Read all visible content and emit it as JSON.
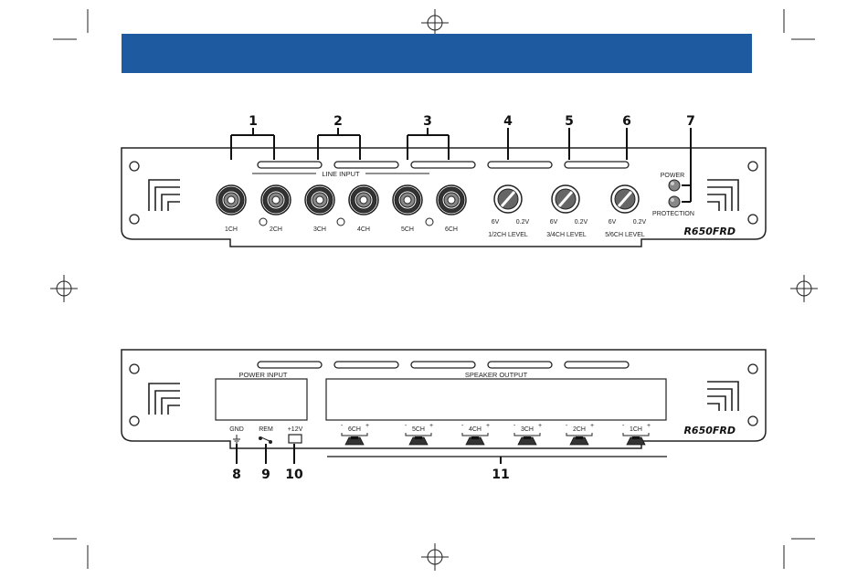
{
  "header": {
    "band_color": "#1e5aa0"
  },
  "top_panel": {
    "callouts": [
      "1",
      "2",
      "3",
      "4",
      "5",
      "6",
      "7"
    ],
    "line_input_label": "LINE INPUT",
    "channels": [
      "1CH",
      "2CH",
      "3CH",
      "4CH",
      "5CH",
      "6CH"
    ],
    "knobs": [
      {
        "min": "6V",
        "max": "0.2V",
        "label": "1/2CH LEVEL"
      },
      {
        "min": "6V",
        "max": "0.2V",
        "label": "3/4CH LEVEL"
      },
      {
        "min": "6V",
        "max": "0.2V",
        "label": "5/6CH LEVEL"
      }
    ],
    "leds": [
      "POWER",
      "PROTECTION"
    ],
    "model": "R650FRD"
  },
  "bottom_panel": {
    "power_input_label": "POWER INPUT",
    "speaker_output_label": "SPEAKER OUTPUT",
    "power_terminals": [
      "GND",
      "REM",
      "+12V"
    ],
    "speaker_terminals": [
      "6CH",
      "5CH",
      "4CH",
      "3CH",
      "2CH",
      "1CH"
    ],
    "minus": "-",
    "plus": "+",
    "callouts": [
      "8",
      "9",
      "10",
      "11"
    ],
    "model": "R650FRD"
  }
}
